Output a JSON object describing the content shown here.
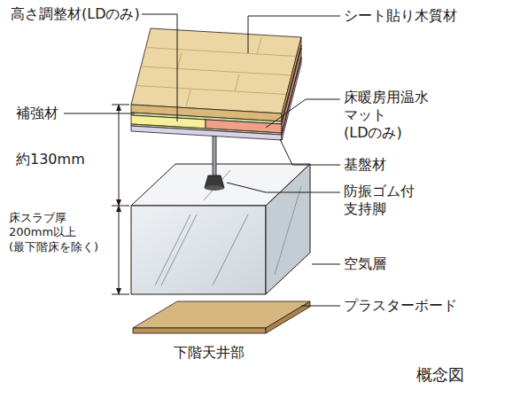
{
  "diagram": {
    "caption": "概念図",
    "labels": [
      "高さ調整材(LDのみ)",
      "シート貼り木質材",
      "補強材",
      "床暖房用温水 マット (LDのみ)",
      "約130mm",
      "床スラブ厚 200mm以上 (最下階床を除く)",
      "基盤材",
      "防振ゴム付 支持脚",
      "空気層",
      "プラスターボード",
      "下階天井部"
    ]
  }
}
